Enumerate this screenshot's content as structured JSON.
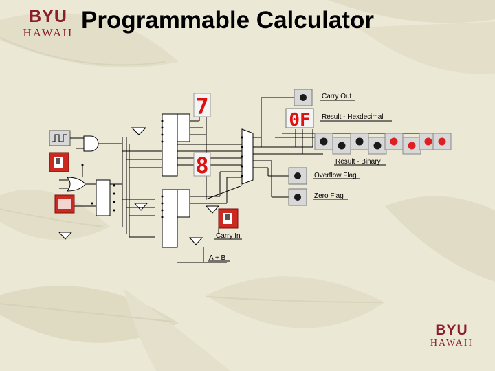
{
  "slide": {
    "title": "Programmable Calculator",
    "logo_top": {
      "byu": "BYU",
      "hawaii": "HAWAII"
    },
    "logo_bottom": {
      "byu": "BYU",
      "hawaii": "HAWAII"
    }
  },
  "circuit": {
    "labels": {
      "carry_out": "Carry Out",
      "result_hex": "Result - Hexdecimal",
      "result_binary": "Result - Binary",
      "overflow_flag": "Overflow Flag",
      "zero_flag": "Zero Flag",
      "carry_in": "Carry In",
      "a_plus_b": "A + B"
    },
    "displays": {
      "hex_result": "0F",
      "upper_digit": "7",
      "lower_digit": "8"
    },
    "binary_leds": [
      {
        "state": "off"
      },
      {
        "state": "off"
      },
      {
        "state": "off"
      },
      {
        "state": "off"
      },
      {
        "state": "on"
      },
      {
        "state": "on"
      },
      {
        "state": "on"
      },
      {
        "state": "on"
      }
    ],
    "colors": {
      "led_on": "#e02020",
      "led_off": "#1a1a1a",
      "seven_segment": "#e01010",
      "switch": "#cc2a20",
      "wire": "#000000"
    }
  }
}
